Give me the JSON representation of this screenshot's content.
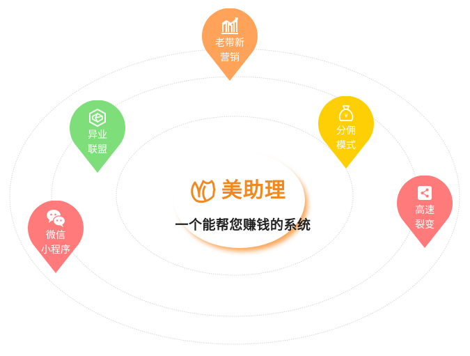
{
  "center": {
    "brand_name": "美助理",
    "tagline": "一个能帮您赚钱的系统",
    "brand_color": "#F08A20"
  },
  "pins": [
    {
      "id": "old-new-marketing",
      "line1": "老带新",
      "line2": "营销",
      "icon": "growth-chart-icon",
      "color": "#FFA35A"
    },
    {
      "id": "cross-industry-alliance",
      "line1": "异业",
      "line2": "联盟",
      "icon": "hexagon-cube-icon",
      "color": "#7DDE7A"
    },
    {
      "id": "commission-model",
      "line1": "分佣",
      "line2": "模式",
      "icon": "money-bag-icon",
      "color": "#FFCF05"
    },
    {
      "id": "fast-fission",
      "line1": "高速",
      "line2": "裂变",
      "icon": "share-icon",
      "color": "#FF7B7B"
    },
    {
      "id": "wechat-mini-program",
      "line1": "微信",
      "line2": "小程序",
      "icon": "wechat-icon",
      "color": "#FF7B7B"
    }
  ],
  "rings": {
    "count": 3,
    "stroke": "#d8d8d8"
  }
}
